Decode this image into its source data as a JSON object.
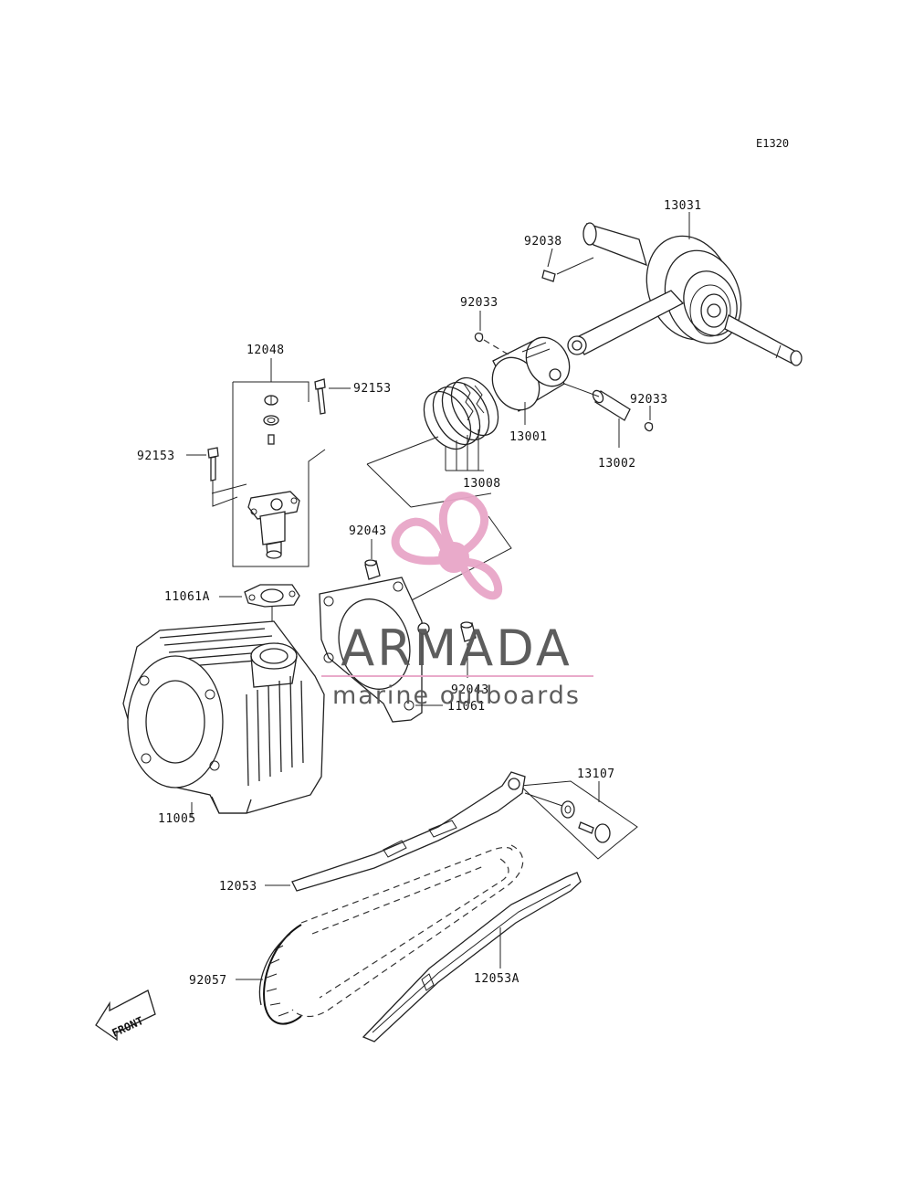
{
  "diagram_code": "E1320",
  "parts": {
    "p13031": "13031",
    "p92038": "92038",
    "p92033_top": "92033",
    "p12048": "12048",
    "p92153_right": "92153",
    "p13001": "13001",
    "p92033_right": "92033",
    "p13002": "13002",
    "p92153_left": "92153",
    "p13008": "13008",
    "p92043_top": "92043",
    "p11061A": "11061A",
    "p92043_bottom": "92043",
    "p11061": "11061",
    "p11005": "11005",
    "p13107": "13107",
    "p12053": "12053",
    "p92057": "92057",
    "p12053A": "12053A"
  },
  "front_arrow": {
    "label": "FRONT"
  },
  "watermark": {
    "brand": "ARMADA",
    "tagline": "marine outboards",
    "accent_color": "#e8a6c8",
    "icon": "propeller-logo"
  }
}
